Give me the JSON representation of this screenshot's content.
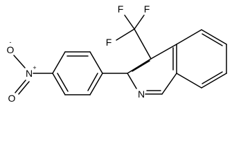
{
  "molecule": {
    "atoms": {
      "fluorine_top_left": "F",
      "fluorine_top_right": "F",
      "fluorine_bottom": "F",
      "ring_nitrogen": "N",
      "nitro_nitrogen": "N",
      "nitro_plus": "+",
      "nitro_oxygen_top": "O",
      "nitro_oxygen_top_minus": "-",
      "nitro_oxygen_bottom": "O"
    }
  },
  "colors": {
    "bond": "#000000",
    "label": "#000000",
    "background": "#ffffff"
  }
}
